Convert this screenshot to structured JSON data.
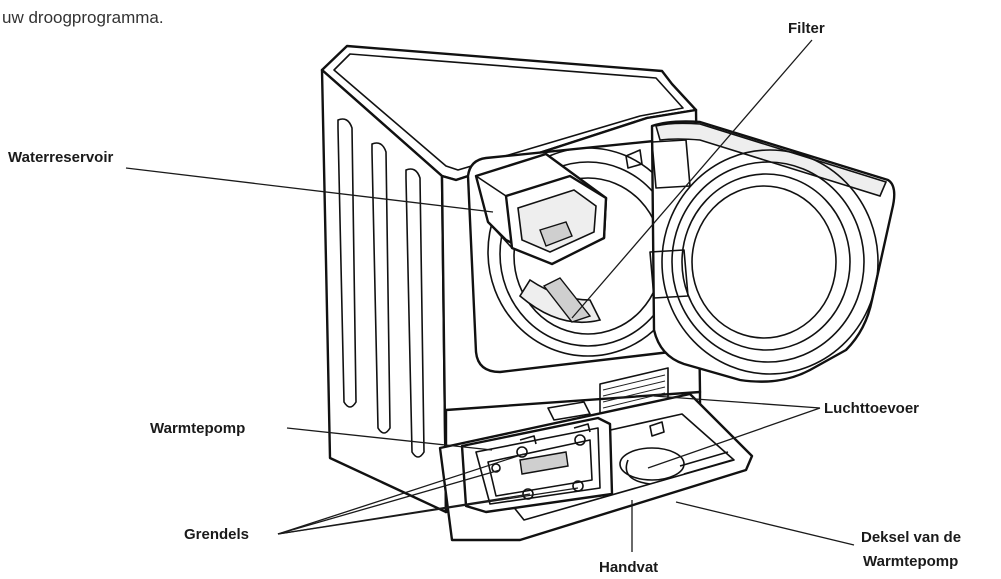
{
  "intro_text": "uw droogprogramma.",
  "labels": {
    "filter": "Filter",
    "waterreservoir": "Waterreservoir",
    "warmtepomp": "Warmtepomp",
    "luchttoevoer": "Luchttoevoer",
    "grendels": "Grendels",
    "handvat": "Handvat",
    "deksel_line1": "Deksel van de",
    "deksel_line2": "Warmtepomp"
  }
}
